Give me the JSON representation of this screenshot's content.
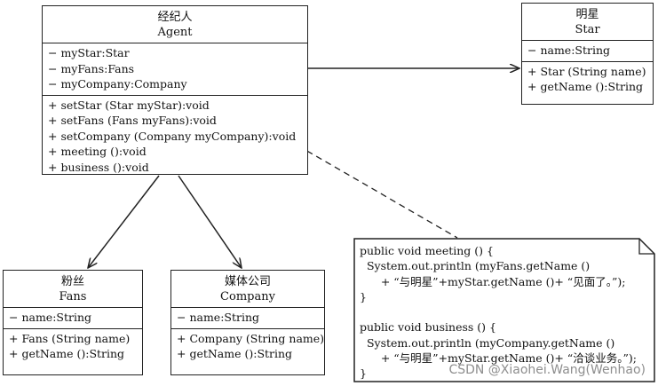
{
  "classes": {
    "agent": {
      "name_cn": "经纪人",
      "name_en": "Agent",
      "attributes": [
        "− myStar:Star",
        "− myFans:Fans",
        "− myCompany:Company"
      ],
      "methods": [
        "+ setStar (Star myStar):void",
        "+ setFans (Fans myFans):void",
        "+ setCompany (Company myCompany):void",
        "+ meeting ():void",
        "+ business ():void"
      ]
    },
    "star": {
      "name_cn": "明星",
      "name_en": "Star",
      "attributes": [
        "− name:String"
      ],
      "methods": [
        "+ Star (String name)",
        "+ getName ():String"
      ]
    },
    "fans": {
      "name_cn": "粉丝",
      "name_en": "Fans",
      "attributes": [
        "− name:String"
      ],
      "methods": [
        "+ Fans (String name)",
        "+ getName ():String"
      ]
    },
    "company": {
      "name_cn": "媒体公司",
      "name_en": "Company",
      "attributes": [
        "− name:String"
      ],
      "methods": [
        "+ Company (String name)",
        "+ getName ():String"
      ]
    }
  },
  "note": {
    "lines": [
      "public void meeting () {",
      "  System.out.println (myFans.getName ()",
      "      + “与明星”+myStar.getName ()+ “见面了。”);",
      "}",
      "",
      "public void business () {",
      "  System.out.println (myCompany.getName ()",
      "      + “与明星”+myStar.getName ()+ “洽谈业务。”);",
      "}"
    ]
  },
  "watermark": "CSDN @Xiaohei.Wang(Wenhao)",
  "colors": {
    "line": "#222222",
    "watermark": "#828282"
  }
}
